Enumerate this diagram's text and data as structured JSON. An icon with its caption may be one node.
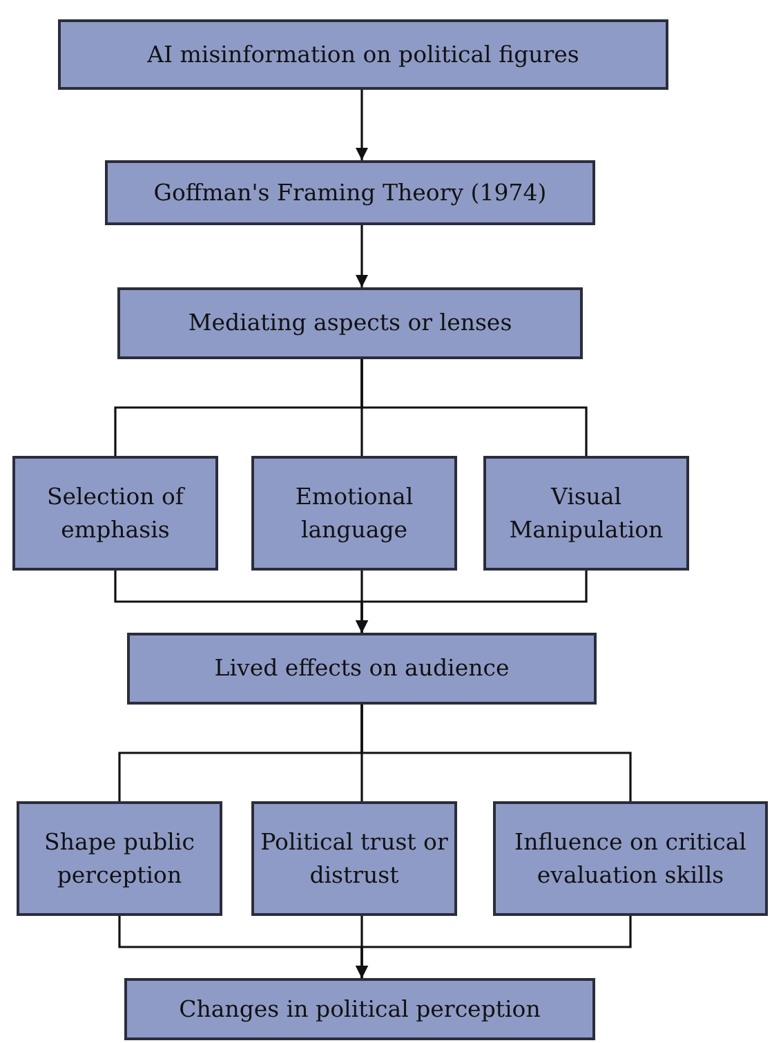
{
  "diagram": {
    "nodes": [
      {
        "text": [
          "AI misinformation on political figures"
        ]
      },
      {
        "text": [
          "Goffman's Framing Theory (1974)"
        ]
      },
      {
        "text": [
          "Mediating aspects or lenses"
        ]
      },
      {
        "text": [
          "Selection of emphasis"
        ]
      },
      {
        "text": [
          "Emotional language"
        ]
      },
      {
        "text": [
          "Visual Manipulation"
        ]
      },
      {
        "text": [
          "Lived effects on audience"
        ]
      },
      {
        "text": [
          "Shape public perception"
        ]
      },
      {
        "text": [
          "Political trust or distrust"
        ]
      },
      {
        "text": [
          "Influence on critical evaluation skills"
        ]
      },
      {
        "text": [
          "Changes in political perception"
        ]
      }
    ],
    "edges": [
      {
        "from": 0,
        "to": 1,
        "arrow": "to"
      },
      {
        "from": 1,
        "to": 2,
        "arrow": "to"
      },
      {
        "from": 2,
        "to": 3,
        "arrow": "none"
      },
      {
        "from": 2,
        "to": 4,
        "arrow": "none"
      },
      {
        "from": 2,
        "to": 5,
        "arrow": "none"
      },
      {
        "from": 3,
        "to": 6,
        "arrow": "to"
      },
      {
        "from": 4,
        "to": 6,
        "arrow": "to"
      },
      {
        "from": 5,
        "to": 6,
        "arrow": "to"
      },
      {
        "from": 6,
        "to": 7,
        "arrow": "none"
      },
      {
        "from": 6,
        "to": 8,
        "arrow": "none"
      },
      {
        "from": 6,
        "to": 9,
        "arrow": "none"
      },
      {
        "from": 7,
        "to": 10,
        "arrow": "to"
      },
      {
        "from": 8,
        "to": 10,
        "arrow": "to"
      },
      {
        "from": 9,
        "to": 10,
        "arrow": "to"
      }
    ]
  }
}
